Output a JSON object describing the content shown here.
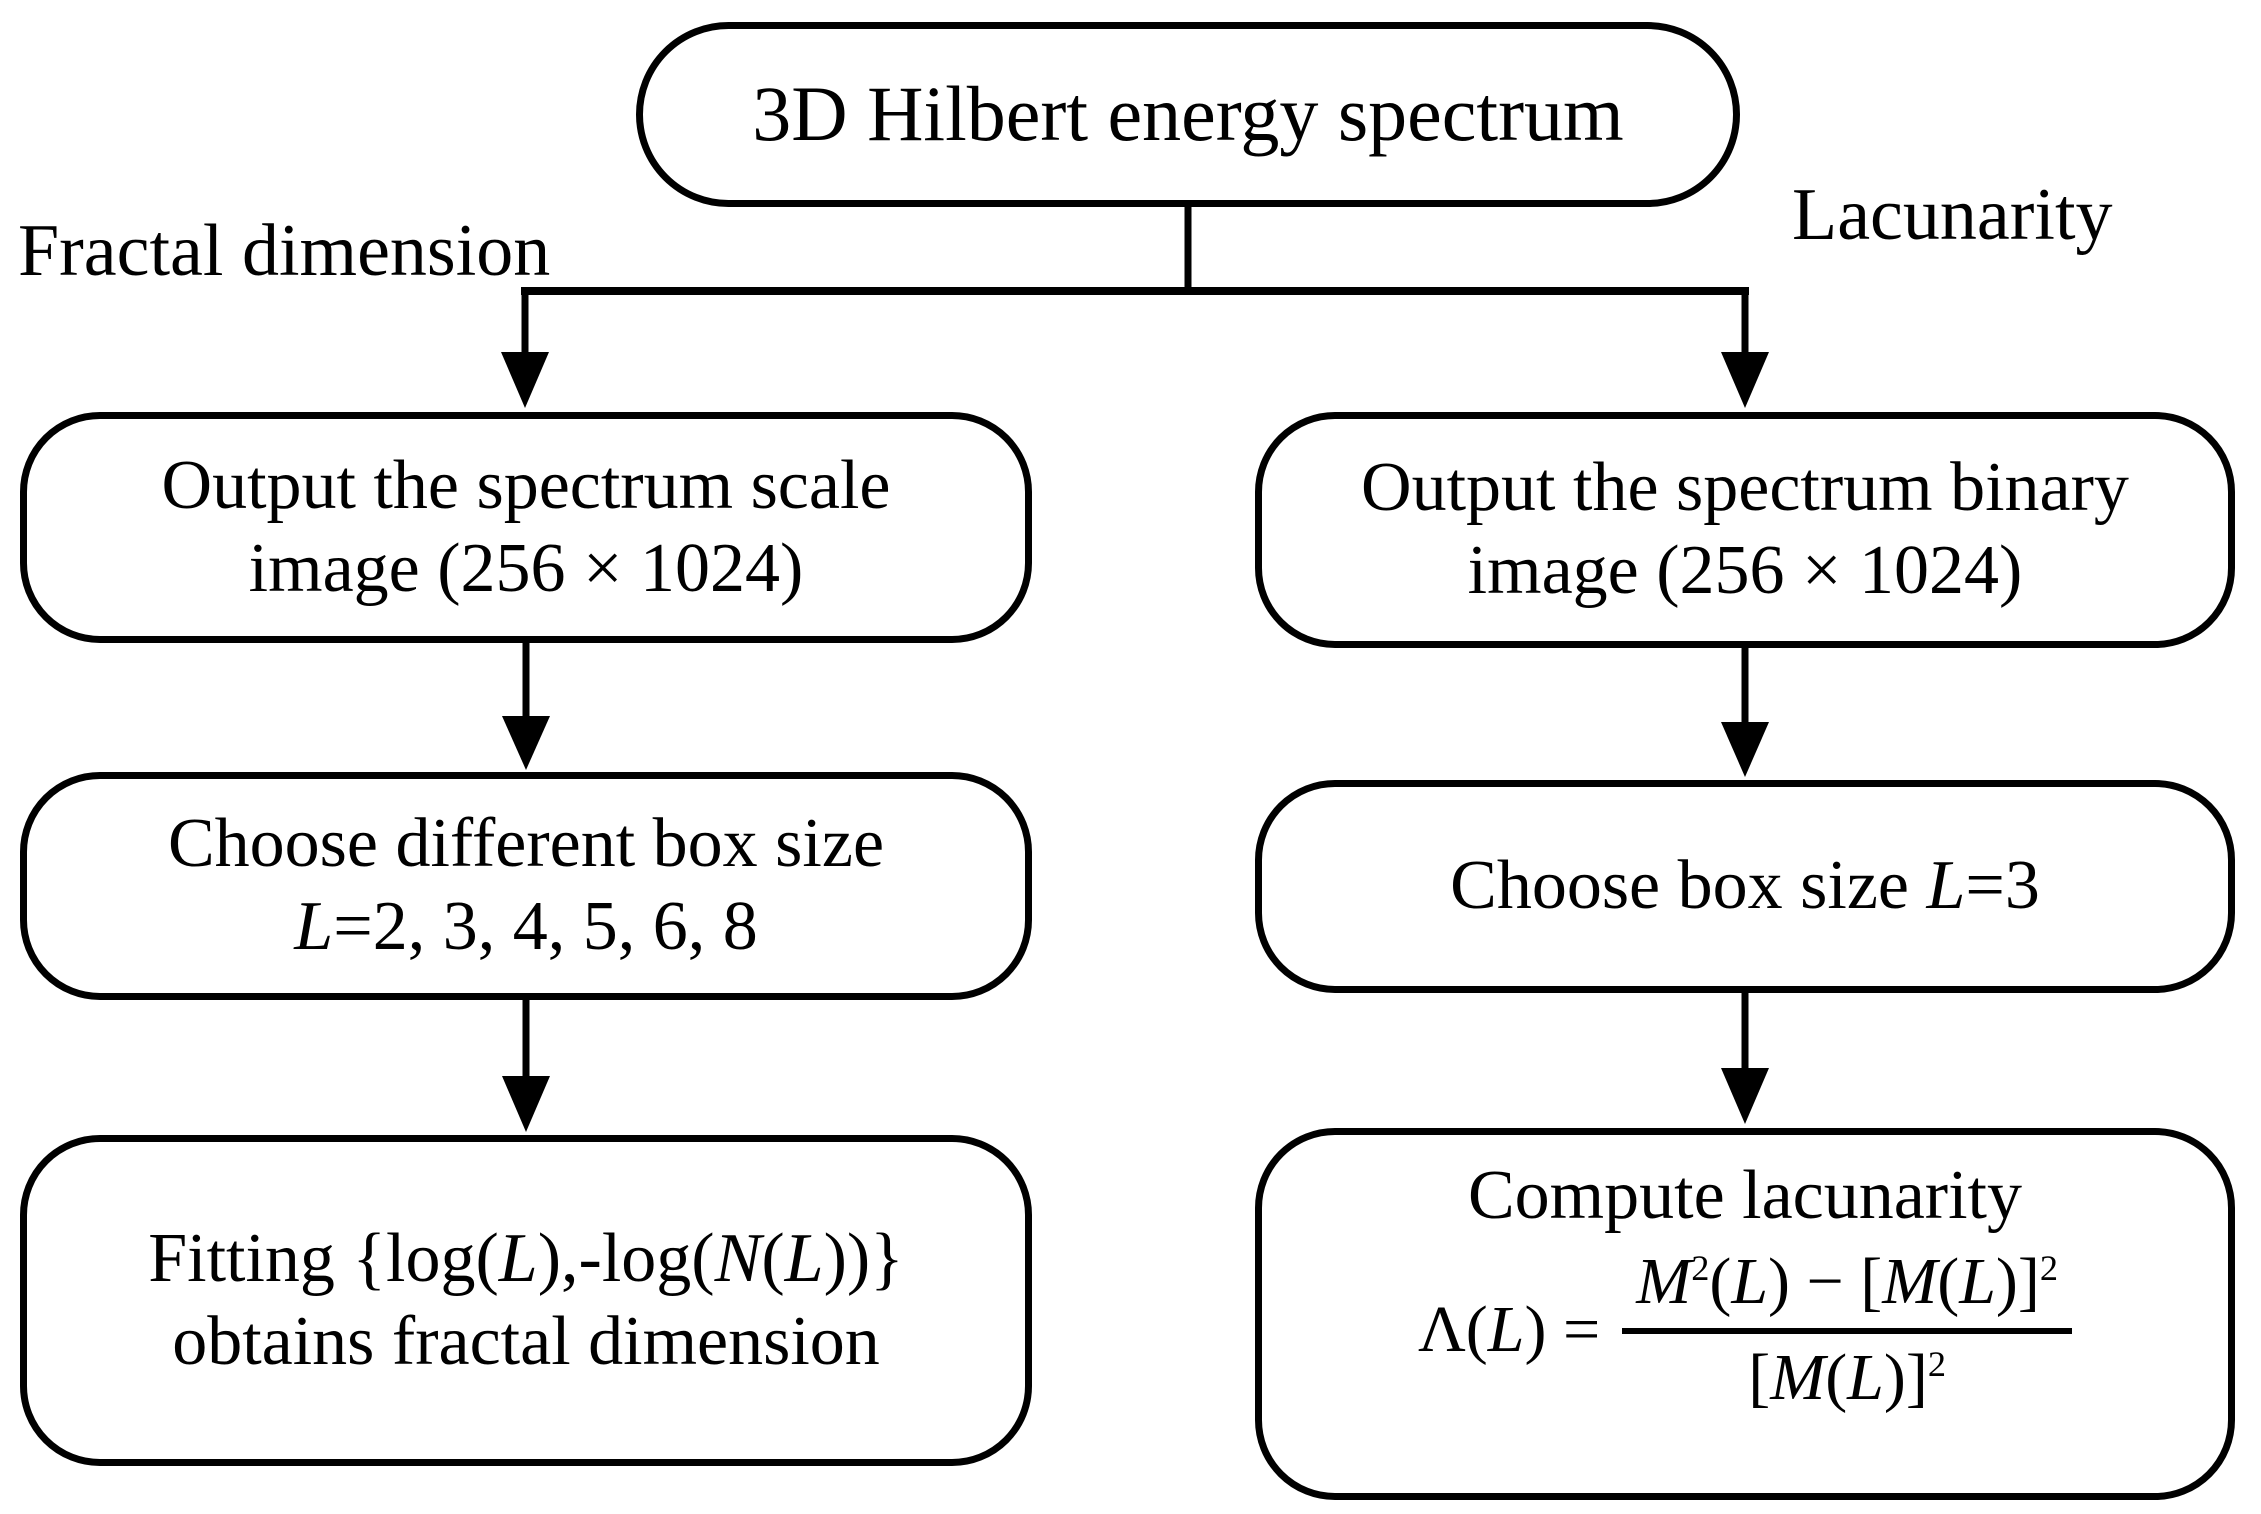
{
  "colors": {
    "ink": "#000000",
    "background": "#ffffff"
  },
  "root_box": {
    "label": "3D Hilbert energy spectrum"
  },
  "branch_labels": {
    "left": "Fractal dimension",
    "right": "Lacunarity"
  },
  "left_branch": {
    "box1": {
      "line1": "Output the spectrum scale",
      "line2": "image (256 × 1024)"
    },
    "box2": {
      "line1": "Choose different box size",
      "line2_parts": [
        {
          "t": "L",
          "i": 1
        },
        {
          "t": "=2, 3, 4, 5, 6, 8"
        }
      ]
    },
    "box3": {
      "line1_parts": [
        {
          "t": "Fitting {log("
        },
        {
          "t": "L",
          "i": 1
        },
        {
          "t": "),-log("
        },
        {
          "t": "N",
          "i": 1
        },
        {
          "t": "("
        },
        {
          "t": "L",
          "i": 1
        },
        {
          "t": "))}"
        }
      ],
      "line2": "obtains fractal dimension"
    }
  },
  "right_branch": {
    "box1": {
      "line1": "Output the spectrum binary",
      "line2": "image (256 × 1024)"
    },
    "box2": {
      "line_parts": [
        {
          "t": "Choose box size "
        },
        {
          "t": "L",
          "i": 1
        },
        {
          "t": "=3"
        }
      ]
    },
    "box3": {
      "title": "Compute lacunarity",
      "formula": {
        "lhs_parts": [
          {
            "t": "Λ("
          },
          {
            "t": "L",
            "i": 1
          },
          {
            "t": ") ="
          }
        ],
        "numerator_parts": [
          {
            "t": "M",
            "i": 1
          },
          {
            "t": "2",
            "sup": 1
          },
          {
            "t": "("
          },
          {
            "t": "L",
            "i": 1
          },
          {
            "t": ") − ["
          },
          {
            "t": "M",
            "i": 1
          },
          {
            "t": "("
          },
          {
            "t": "L",
            "i": 1
          },
          {
            "t": ")]"
          },
          {
            "t": "2",
            "sup": 1
          }
        ],
        "denominator_parts": [
          {
            "t": "["
          },
          {
            "t": "M",
            "i": 1
          },
          {
            "t": "("
          },
          {
            "t": "L",
            "i": 1
          },
          {
            "t": ")]"
          },
          {
            "t": "2",
            "sup": 1
          }
        ]
      }
    }
  }
}
